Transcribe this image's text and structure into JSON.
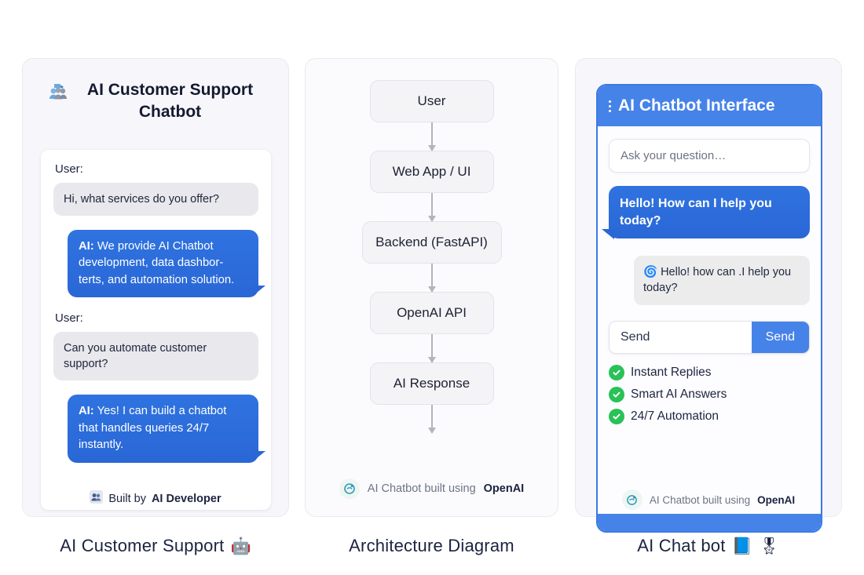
{
  "panel1": {
    "icon": "people-group-icon",
    "title": "AI Customer Support Chatbot",
    "conversation": [
      {
        "role_label": "User:",
        "type": "user",
        "text": "Hi, what services do you offer?"
      },
      {
        "role_label": "",
        "type": "ai",
        "prefix": "AI:",
        "text": " We provide AI Chatbot development, data dashbor-terts, and automation solution."
      },
      {
        "role_label": "User:",
        "type": "user",
        "text": "Can you automate customer support?"
      },
      {
        "role_label": "",
        "type": "ai",
        "prefix": "AI:",
        "text": " Yes! I can build a chatbot that handles queries 24/7 instantly."
      }
    ],
    "footer": {
      "icon": "people-badge-icon",
      "prefix": "Built by ",
      "bold": "AI Developer"
    },
    "caption": "AI Customer Support",
    "caption_emoji": "🤖"
  },
  "panel2": {
    "nodes": [
      "User",
      "Web App / UI",
      "Backend (FastAPI)",
      "OpenAI API",
      "AI Response"
    ],
    "footer": {
      "icon": "openai-icon",
      "prefix": "AI Chatbot built using ",
      "bold": "OpenAI"
    },
    "caption": "Architecture Diagram"
  },
  "panel3": {
    "header": {
      "menu_icon": "kebab-menu-icon",
      "title": "AI Chatbot Interface"
    },
    "ask_placeholder": "Ask your question…",
    "bubbles": [
      {
        "type": "ai",
        "text": "Hello! How can I help you today?"
      },
      {
        "type": "bot",
        "emoji": "🌀",
        "text": "Hello! how can .I help you today?"
      }
    ],
    "send_input_value": "Send",
    "send_button_label": "Send",
    "features": [
      "Instant Replies",
      "Smart AI Answers",
      "24/7 Automation"
    ],
    "footer": {
      "icon": "openai-icon",
      "prefix": "AI Chatbot built using ",
      "bold": "OpenAI"
    },
    "caption": "AI Chat bot",
    "caption_emoji": "📘",
    "caption_emoji2": "🎖"
  },
  "colors": {
    "accent_blue": "#4683e8",
    "bubble_blue": "#2a67d6",
    "check_green": "#29c257",
    "panel_bg": "#f7f7fb",
    "text_dark": "#1b2340"
  }
}
